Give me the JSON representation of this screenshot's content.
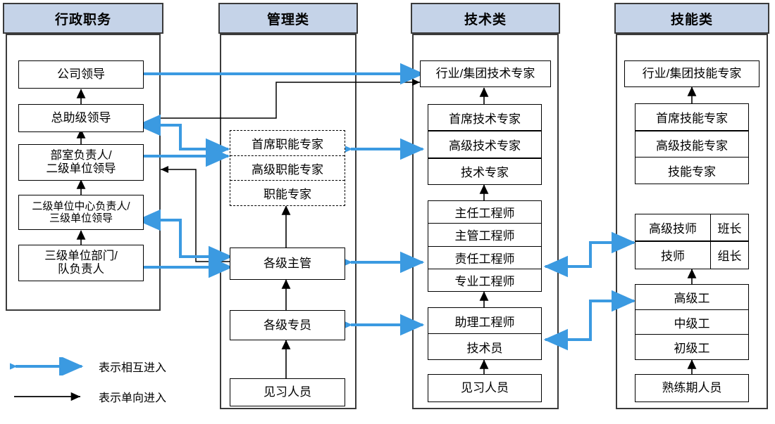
{
  "diagram": {
    "title_bar_color": "#c5d3e8",
    "mutual_arrow_color": "#3b9ae1",
    "oneway_arrow_color": "#000000"
  },
  "columns": [
    {
      "key": "admin",
      "header": "行政职务",
      "boxes": [
        {
          "label": "公司领导"
        },
        {
          "label": "总助级领导"
        },
        {
          "label": "部室负责人/\n二级单位领导"
        },
        {
          "label": "二级单位中心负责人/\n三级单位领导"
        },
        {
          "label": "三级单位部门/\n队负责人"
        }
      ]
    },
    {
      "key": "management",
      "header": "管理类",
      "expert_stack": [
        "首席职能专家",
        "高级职能专家",
        "职能专家"
      ],
      "boxes": [
        {
          "label": "各级主管"
        },
        {
          "label": "各级专员"
        },
        {
          "label": "见习人员"
        }
      ]
    },
    {
      "key": "technical",
      "header": "技术类",
      "top_box": "行业/集团技术专家",
      "expert_stack": [
        "首席技术专家",
        "高级技术专家",
        "技术专家"
      ],
      "engineer_stack": [
        "主任工程师",
        "主管工程师",
        "责任工程师",
        "专业工程师"
      ],
      "junior_stack": [
        "助理工程师",
        "技术员"
      ],
      "bottom_box": "见习人员"
    },
    {
      "key": "skill",
      "header": "技能类",
      "top_box": "行业/集团技能专家",
      "expert_stack": [
        "首席技能专家",
        "高级技能专家",
        "技能专家"
      ],
      "technician_grid": [
        {
          "left": "高级技师",
          "right": "班长"
        },
        {
          "left": "技师",
          "right": "组长"
        }
      ],
      "worker_stack": [
        "高级工",
        "中级工",
        "初级工"
      ],
      "bottom_box": "熟练期人员"
    }
  ],
  "legend": [
    {
      "icon": "double-arrow-blue-icon",
      "label": "表示相互进入"
    },
    {
      "icon": "single-arrow-black-icon",
      "label": "表示单向进入"
    }
  ]
}
